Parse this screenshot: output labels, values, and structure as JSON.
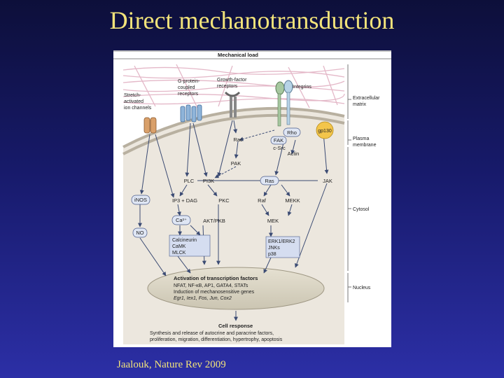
{
  "slide": {
    "title": "Direct mechanotransduction",
    "citation": "Jaalouk, Nature Rev 2009"
  },
  "figure": {
    "top_label": "Mechanical load",
    "receptors": {
      "stretch": [
        "Stretch-",
        "activated",
        "ion channels"
      ],
      "gpcr": [
        "G-protein-",
        "coupled",
        "receptors"
      ],
      "growth": [
        "Growth-factor",
        "receptors"
      ],
      "integrins": "Integrins"
    },
    "regions": {
      "ecm": [
        "Extracellular",
        "matrix"
      ],
      "membrane": [
        "Plasma",
        "membrane"
      ],
      "cytosol": "Cytosol",
      "nucleus": "Nucleus"
    },
    "nodes": {
      "rho": "Rho",
      "gp130": "gp130",
      "fak": "FAK",
      "csrc": "c-Src",
      "rac": "Rac",
      "actin": "Actin",
      "pak": "PAK",
      "plc": "PLC",
      "pi3k": "PI3K",
      "ras": "Ras",
      "jak": "JAK",
      "inos": "iNOS",
      "ip3dag": "IP3 + DAG",
      "pkc": "PKC",
      "raf": "Raf",
      "mekk": "MEKK",
      "ca": "Ca²⁺",
      "aktpkb": "AKT/PKB",
      "mek": "MEK",
      "no": "NO",
      "calcium_group": [
        "Calcineurin",
        "CaMK",
        "MLCK"
      ],
      "mapk_group": [
        "ERK1/ERK2",
        "JNKs",
        "p38"
      ]
    },
    "nucleus_text": {
      "title": "Activation of transcription factors",
      "line1": "NFAT, NF-κB, AP1, GATA4, STATs",
      "line2": "Induction of mechanosensitive genes",
      "line3": "Egr1, Iex1, Fos, Jun, Cox2"
    },
    "response": {
      "title": "Cell response",
      "line1": "Synthesis and release of autocrine and paracrine factors,",
      "line2": "proliferation, migration, differentiation, hypertrophy, apoptosis"
    },
    "colors": {
      "cell": "#ece7de",
      "ecm_fiber": "#e4b8c8",
      "node_fill": "#dfe6f4",
      "node_stroke": "#4a5b8a",
      "group_fill": "#d5ddf0",
      "nucleus": "#d9d4c3",
      "gp130": "#f3c54a",
      "arrow": "#3b4b73"
    }
  }
}
